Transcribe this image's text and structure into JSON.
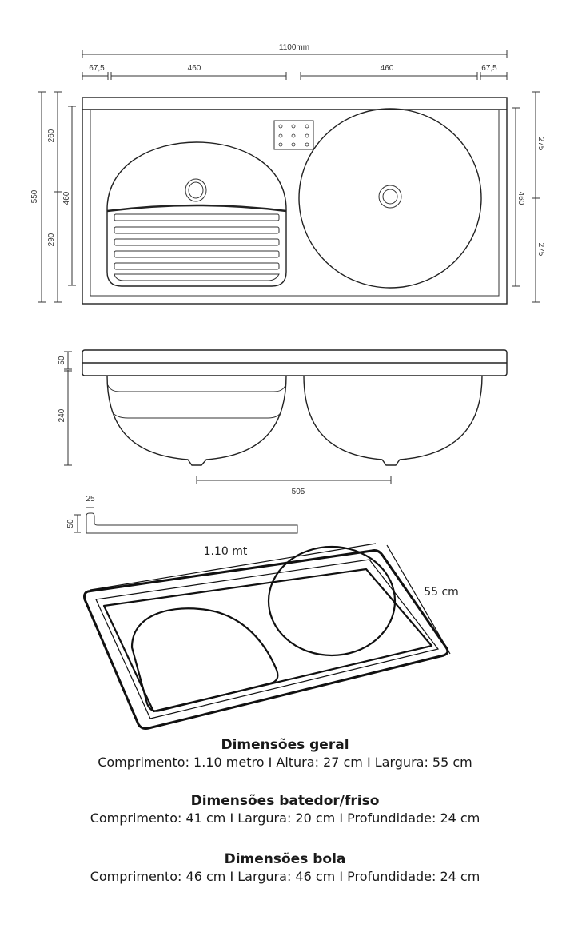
{
  "top_view": {
    "total_width": "1100mm",
    "margin_left": "67,5",
    "basin_left_width": "460",
    "basin_right_width": "460",
    "margin_right": "67,5",
    "total_depth": "550",
    "left_upper": "260",
    "left_lower": "290",
    "left_basin_depth": "460",
    "right_basin_depth": "460",
    "right_upper": "275",
    "right_lower": "275"
  },
  "side_view": {
    "rim_height": "50",
    "bowl_depth": "240",
    "drain_spacing": "505"
  },
  "profile": {
    "edge_width": "25",
    "edge_height": "50"
  },
  "sketch": {
    "length_label": "1.10 mt",
    "width_label": "55 cm"
  },
  "specs": [
    {
      "title": "Dimensões geral",
      "text": "Comprimento: 1.10 metro I Altura: 27 cm I Largura: 55 cm"
    },
    {
      "title": "Dimensões batedor/friso",
      "text": "Comprimento: 41 cm I Largura: 20 cm I Profundidade: 24 cm"
    },
    {
      "title": "Dimensões bola",
      "text": "Comprimento: 46 cm I Largura: 46 cm I Profundidade: 24 cm"
    }
  ]
}
